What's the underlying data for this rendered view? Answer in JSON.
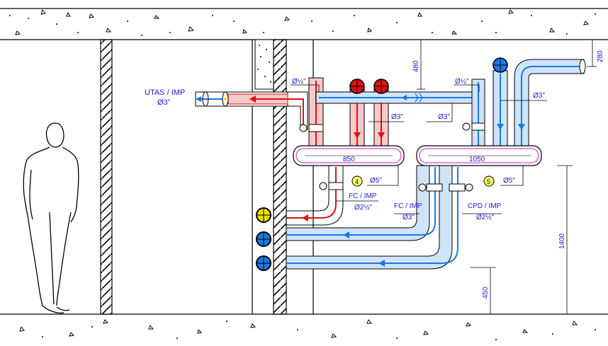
{
  "labels": {
    "utas_imp": "UTAS / IMP",
    "utas_size": "Ø3\"",
    "d_half_left": "Ø½\"",
    "d_half_right": "Ø½\"",
    "d_3_mid_red": "Ø3\"",
    "d_3_mid": "Ø3\"",
    "d_3_right": "Ø3\"",
    "manifold_4_width": "850",
    "manifold_5_width": "1050",
    "d_5_left": "Ø5\"",
    "d_5_right": "Ø5\"",
    "fc_imp_1": "FC / IMP",
    "fc_imp_1_size": "Ø2½\"",
    "fc_imp_2": "FC / IMP",
    "fc_imp_2_size": "Ø3\"",
    "cpd_imp": "CPD / IMP",
    "cpd_imp_size": "Ø2½\""
  },
  "markers": {
    "m4": "4",
    "m5": "5"
  },
  "dimensions": {
    "d480": "480",
    "d280": "280",
    "d1400": "1400",
    "d450": "450"
  },
  "colors": {
    "hot": "#e01010",
    "hot_light": "#f7c9c9",
    "cold": "#1a78e8",
    "cold_light": "#cfe4fb",
    "manifold": "#c020c0",
    "text": "#1a1ad6",
    "marker_fill": "#ffff70",
    "valve_yellow": "#e8e000"
  }
}
